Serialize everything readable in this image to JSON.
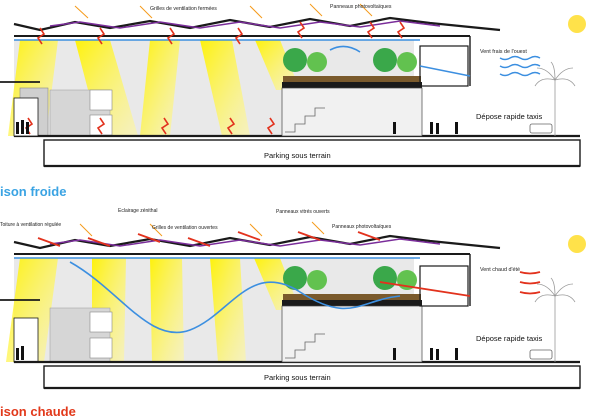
{
  "colors": {
    "cold_label": "#3aa3e3",
    "hot_label": "#e2391b",
    "air_blue": "#3c8fe0",
    "air_red": "#e2321d",
    "sun_yellow": "#fff200",
    "sun_disc": "#ffe24a",
    "slab": "#1a1a1a",
    "roof_purple": "#7a2d9a",
    "tree_green": "#3aa84a",
    "planter_brown": "#7a5a2c"
  },
  "winter": {
    "season_label": "ison froide",
    "grilles_closed": "Grilles de ventilation fermées",
    "pv_panels": "Panneaux photovoltaïques",
    "west_wind": "Vent frais de l'ouest",
    "taxi_dropoff": "Dépose rapide taxis",
    "parking": "Parking sous terrain"
  },
  "summer": {
    "season_label": "ison chaude",
    "regulated_vent_roof": "Toiture à ventilation régulée",
    "zenithal_light": "Eclairage zénithal",
    "grilles_open": "Grilles de ventilation ouvertes",
    "glass_open": "Panneaux vitrés ouverts",
    "pv_panels": "Panneaux photovoltaïques",
    "hot_wind": "Vent chaud d'été",
    "taxi_dropoff": "Dépose rapide taxis",
    "parking": "Parking sous terrain"
  }
}
